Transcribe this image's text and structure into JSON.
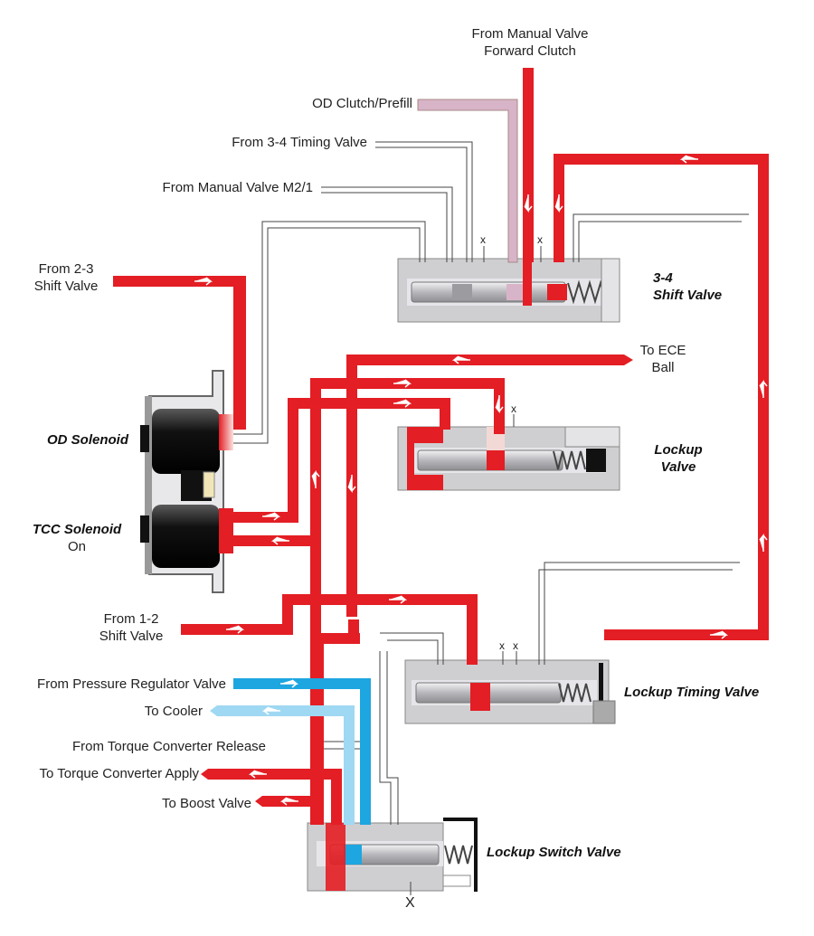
{
  "labels": {
    "manual_fwd_1": "From Manual Valve",
    "manual_fwd_2": "Forward Clutch",
    "od_prefill": "OD Clutch/Prefill",
    "from_34_timing": "From 3-4 Timing Valve",
    "from_manual_m21": "From Manual Valve M2/1",
    "from_23_1": "From 2-3",
    "from_23_2": "Shift Valve",
    "to_ece_1": "To ECE",
    "to_ece_2": "Ball",
    "from_12_1": "From 1-2",
    "from_12_2": "Shift Valve",
    "from_pressure_reg": "From Pressure Regulator Valve",
    "to_cooler": "To Cooler",
    "from_tc_release": "From Torque Converter Release",
    "to_tc_apply": "To Torque Converter Apply",
    "to_boost": "To Boost Valve",
    "x_mark": "x",
    "x_big": "X"
  },
  "components": {
    "shift34_1": "3-4",
    "shift34_2": "Shift Valve",
    "lockup_1": "Lockup",
    "lockup_2": "Valve",
    "od_solenoid": "OD Solenoid",
    "tcc_solenoid": "TCC Solenoid",
    "tcc_state": "On",
    "lockup_timing": "Lockup Timing Valve",
    "lockup_switch": "Lockup Switch Valve"
  },
  "colors": {
    "pressure_red": "#e31e24",
    "regulator_blue": "#1ea6e0",
    "cooler_blue": "#9fd8f3",
    "prefill_pink": "#d8b4c8",
    "exhaust_white": "#ffffff",
    "valve_body_gray": "#cfcfd2"
  }
}
